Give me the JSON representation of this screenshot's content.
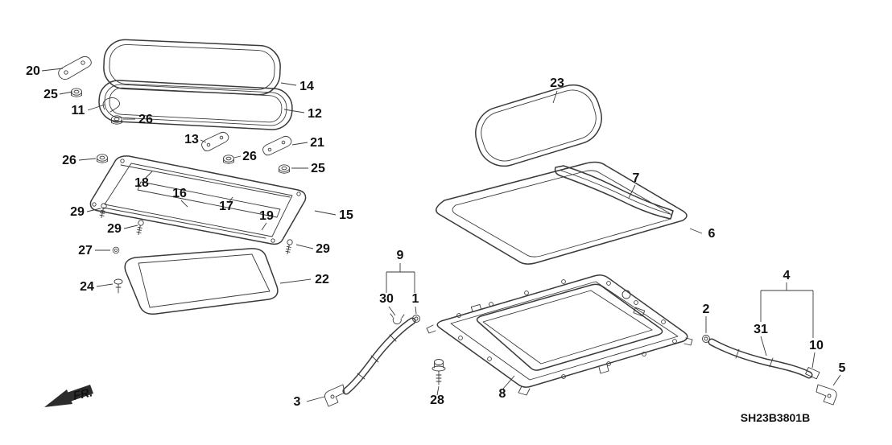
{
  "diagram": {
    "code": "SH23B3801B",
    "fr_label": "FR.",
    "callouts": [
      "20",
      "25",
      "11",
      "26",
      "14",
      "12",
      "13",
      "26",
      "21",
      "25",
      "26",
      "18",
      "16",
      "17",
      "19",
      "15",
      "29",
      "29",
      "29",
      "27",
      "24",
      "22",
      "23",
      "7",
      "6",
      "9",
      "30",
      "1",
      "4",
      "2",
      "31",
      "10",
      "5",
      "3",
      "28",
      "8"
    ]
  }
}
